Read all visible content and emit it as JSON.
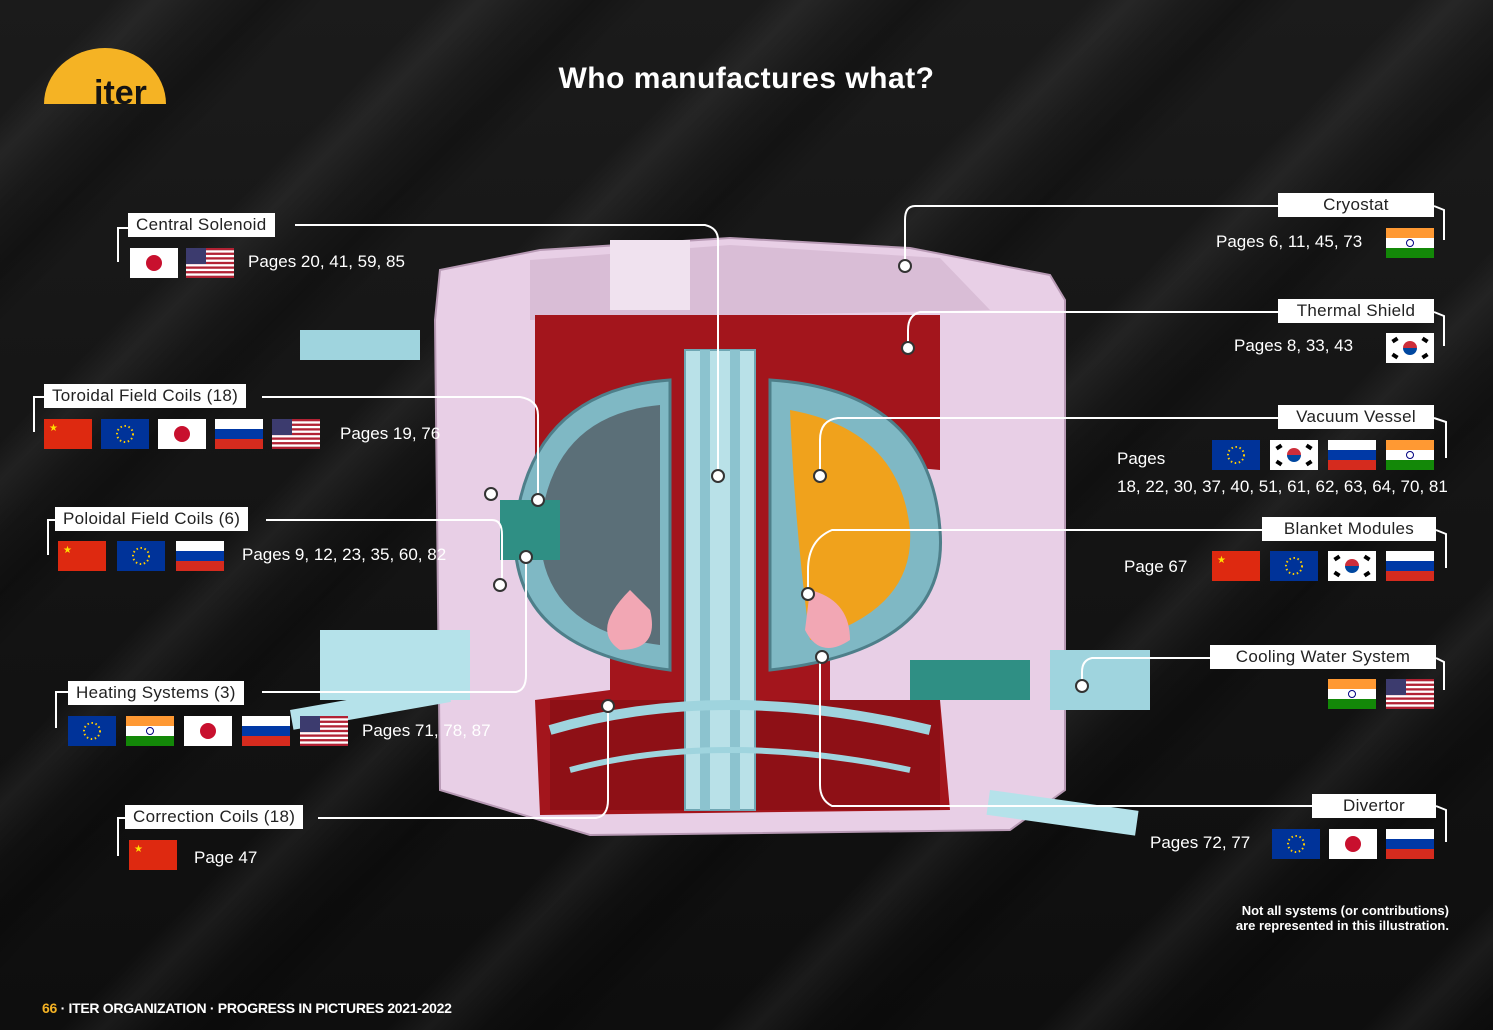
{
  "logo": {
    "text": "iter",
    "color": "#f5b324"
  },
  "title": "Who manufactures what?",
  "components": [
    {
      "key": "central-solenoid",
      "name": "Central Solenoid",
      "pages": "Pages 20, 41, 59, 85",
      "flags": [
        "japan",
        "usa"
      ]
    },
    {
      "key": "toroidal-field-coils",
      "name": "Toroidal Field Coils (18)",
      "pages": "Pages 19, 76",
      "flags": [
        "china",
        "eu",
        "japan",
        "russia",
        "usa"
      ]
    },
    {
      "key": "poloidal-field-coils",
      "name": "Poloidal Field Coils (6)",
      "pages": "Pages 9, 12, 23, 35, 60, 82",
      "flags": [
        "china",
        "eu",
        "russia"
      ]
    },
    {
      "key": "heating-systems",
      "name": "Heating Systems (3)",
      "pages": "Pages 71, 78, 87",
      "flags": [
        "eu",
        "india",
        "japan",
        "russia",
        "usa"
      ]
    },
    {
      "key": "correction-coils",
      "name": "Correction Coils (18)",
      "pages": "Page 47",
      "flags": [
        "china"
      ]
    },
    {
      "key": "cryostat",
      "name": "Cryostat",
      "pages": "Pages 6, 11, 45, 73",
      "flags": [
        "india"
      ]
    },
    {
      "key": "thermal-shield",
      "name": "Thermal Shield",
      "pages": "Pages 8, 33, 43",
      "flags": [
        "korea"
      ]
    },
    {
      "key": "vacuum-vessel",
      "name": "Vacuum Vessel",
      "pages": "Pages",
      "pages_list": "18, 22, 30, 37, 40, 51, 61, 62, 63, 64, 70, 81",
      "flags": [
        "eu",
        "korea",
        "russia",
        "india"
      ]
    },
    {
      "key": "blanket-modules",
      "name": "Blanket Modules",
      "pages": "Page 67",
      "flags": [
        "china",
        "eu",
        "korea",
        "russia"
      ]
    },
    {
      "key": "cooling-water-system",
      "name": "Cooling Water System",
      "pages": "",
      "flags": [
        "india",
        "usa"
      ]
    },
    {
      "key": "divertor",
      "name": "Divertor",
      "pages": "Pages 72, 77",
      "flags": [
        "eu",
        "japan",
        "russia"
      ]
    }
  ],
  "note": {
    "line1": "Not all systems (or contributions)",
    "line2": "are represented in this illustration."
  },
  "footer": {
    "page_number": "66",
    "text": " · ITER ORGANIZATION · PROGRESS IN PICTURES 2021-2022"
  },
  "colors": {
    "accent": "#f5b324",
    "vessel_red": "#a3151c",
    "shell_pink": "#e8cfe6",
    "coil_cyan": "#9fd4de",
    "blanket_orange": "#f0a21c"
  }
}
